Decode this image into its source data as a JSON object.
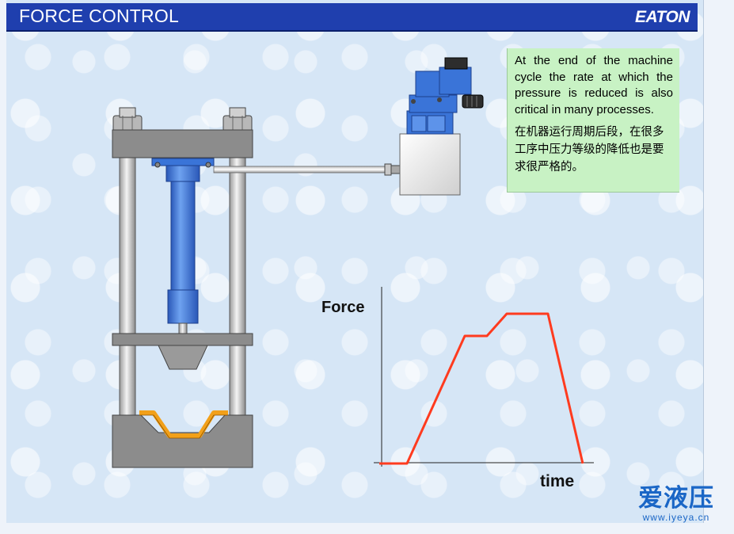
{
  "header": {
    "title": "FORCE CONTROL",
    "logo_text": "EATON"
  },
  "note": {
    "english": "At the end of the machine cycle the rate at which the pressure is reduced is also critical in many processes.",
    "chinese": "在机器运行周期后段，在很多工序中压力等级的降低也是要求很严格的。"
  },
  "graph": {
    "y_label": "Force",
    "x_label": "time",
    "line_color": "#ff3b1f",
    "profile": [
      "rise",
      "hold",
      "rise",
      "hold",
      "release"
    ]
  },
  "watermark": {
    "text": "爱液压",
    "url": "www.iyeya.cn"
  },
  "colors": {
    "title_bar": "#1f3fae",
    "note_background": "#c8f2c4",
    "cylinder": "#3a74d8",
    "workpiece": "#f2a019",
    "frame": "#8c8c8c"
  }
}
